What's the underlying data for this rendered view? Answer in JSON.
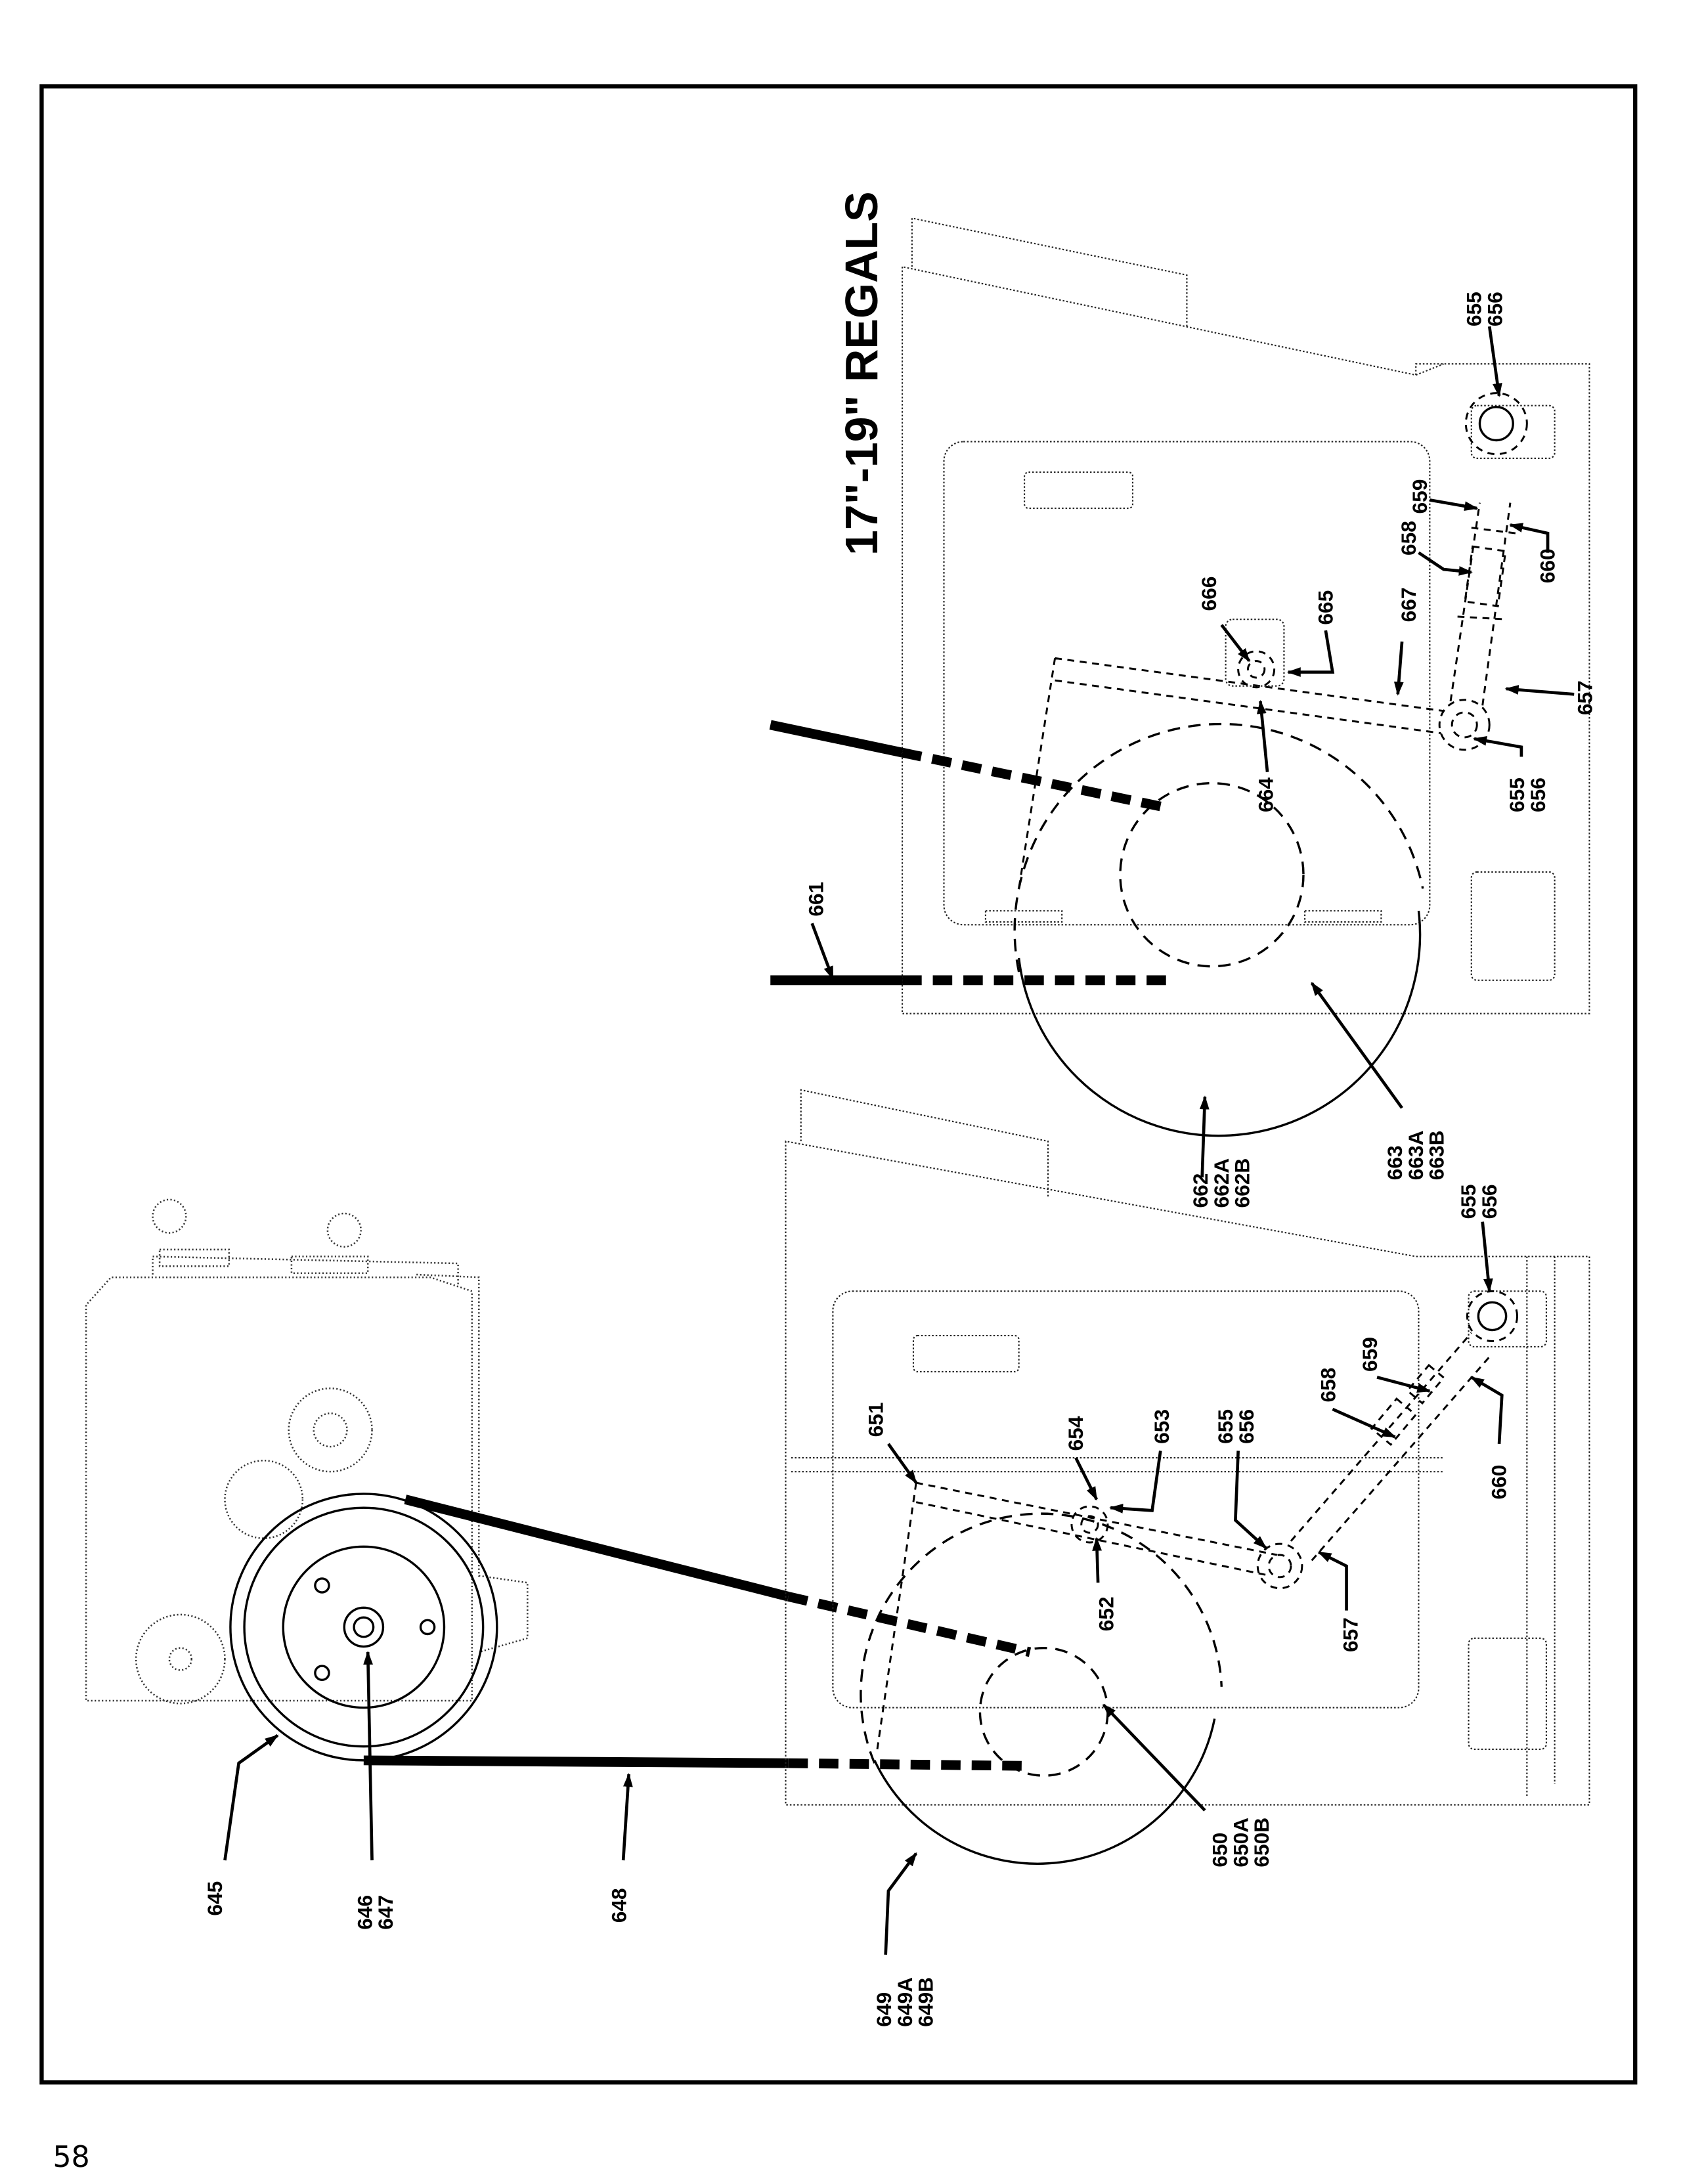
{
  "title": "17\"-19\" REGALS",
  "page_number": "58",
  "upper_diagram": {
    "name": "17-19 inch Regals drive linkage",
    "labels": {
      "l661": "661",
      "l662": [
        "662",
        "662A",
        "662B"
      ],
      "l663": [
        "663",
        "663A",
        "663B"
      ],
      "l664": "664",
      "l665": "665",
      "l666": "666",
      "l667": "667",
      "l655a": [
        "655",
        "656"
      ],
      "l655b": [
        "655",
        "656"
      ],
      "l657": "657",
      "l658": "658",
      "l659": "659",
      "l660": "660"
    }
  },
  "lower_diagram": {
    "name": "Motor pulley and belt linkage",
    "labels": {
      "l645": "645",
      "l646": [
        "646",
        "647"
      ],
      "l648": "648",
      "l649": [
        "649",
        "649A",
        "649B"
      ],
      "l650": [
        "650",
        "650A",
        "650B"
      ],
      "l651": "651",
      "l652": "652",
      "l653": "653",
      "l654": "654",
      "l655c": [
        "655",
        "656"
      ],
      "l655d": [
        "655",
        "656"
      ],
      "l657": "657",
      "l658": "658",
      "l659": "659",
      "l660": "660"
    }
  }
}
